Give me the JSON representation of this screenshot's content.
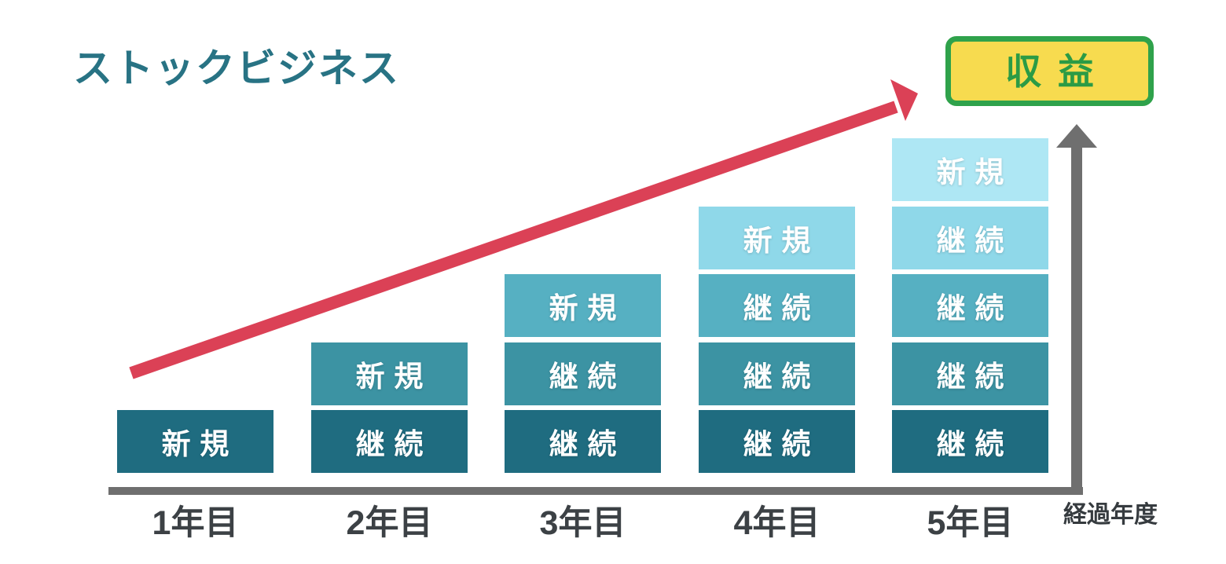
{
  "title": "ストックビジネス",
  "revenue_box": {
    "label": "収益",
    "bg": "#F7DB4F",
    "border_color": "#2FA24B",
    "text_color": "#2B9B45"
  },
  "x_axis_label": "経過年度",
  "colors": {
    "title": "#287384",
    "arrow_red": "#DB4156",
    "axis_gray": "#6F6F6F",
    "year_label_gray": "#3C4145",
    "elapsed_label_gray": "#363B3F",
    "block_text": "#FFFFFF",
    "levels": [
      "#1F6C80",
      "#3C93A3",
      "#56B0C2",
      "#8FD8E9",
      "#AEE7F4"
    ]
  },
  "chart_data": {
    "type": "bar",
    "stacked": true,
    "title": "ストックビジネス",
    "xlabel": "経過年度",
    "ylabel": "",
    "grid": false,
    "legend_position": "none",
    "categories": [
      "1年目",
      "2年目",
      "3年目",
      "4年目",
      "5年目"
    ],
    "unit_per_block": 1,
    "series_note": "blocks listed bottom-to-top; each block = 1 unit of revenue",
    "columns": [
      {
        "year": "1年目",
        "total": 1,
        "blocks": [
          "新規"
        ]
      },
      {
        "year": "2年目",
        "total": 2,
        "blocks": [
          "継続",
          "新規"
        ]
      },
      {
        "year": "3年目",
        "total": 3,
        "blocks": [
          "継続",
          "継続",
          "新規"
        ]
      },
      {
        "year": "4年目",
        "total": 4,
        "blocks": [
          "継続",
          "継続",
          "継続",
          "新規"
        ]
      },
      {
        "year": "5年目",
        "total": 5,
        "blocks": [
          "継続",
          "継続",
          "継続",
          "継続",
          "新規"
        ]
      }
    ],
    "annotations": [
      {
        "type": "arrow",
        "label": "growth-trend",
        "from": "year1-top",
        "to": "収益"
      }
    ]
  }
}
